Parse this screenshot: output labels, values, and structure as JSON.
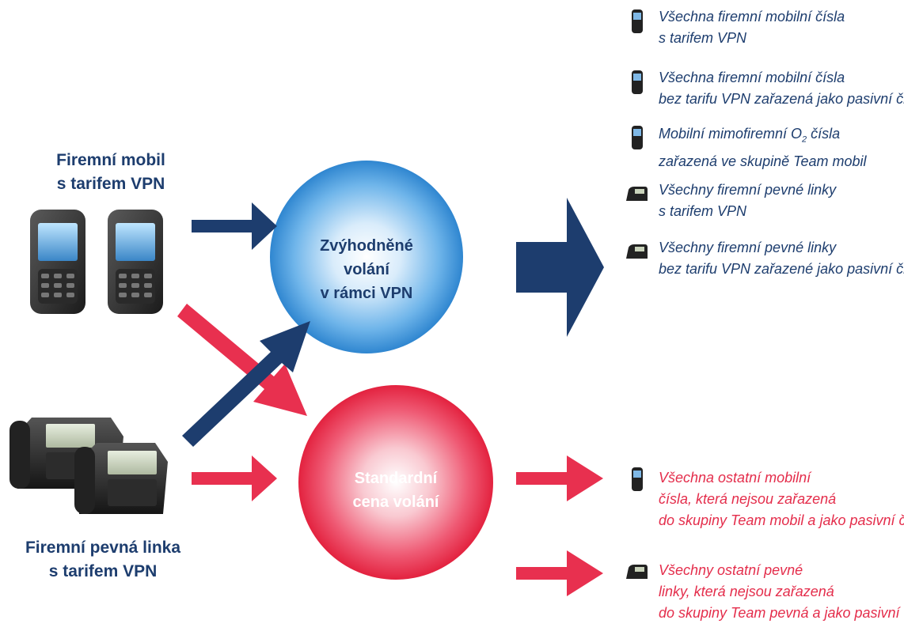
{
  "sources": {
    "mobile": {
      "line1": "Firemní mobil",
      "line2": "s tarifem VPN"
    },
    "fixed": {
      "line1": "Firemní pevná linka",
      "line2": "s tarifem VPN"
    }
  },
  "circles": {
    "vpn": {
      "line1": "Zvýhodněné volání",
      "line2": "v rámci VPN",
      "color": "#3a8fd6"
    },
    "standard": {
      "line1": "Standardní",
      "line2": "cena volání",
      "color": "#e8304f"
    }
  },
  "colors": {
    "blue_arrow": "#1d3d6e",
    "red_arrow": "#e8304f",
    "blue_text": "#1d3d6e",
    "red_text": "#e42d4b"
  },
  "vpn_items": [
    {
      "icon": "mobile-phone-icon",
      "line1": "Všechna firemní mobilní čísla",
      "line2": "s tarifem VPN"
    },
    {
      "icon": "mobile-phone-icon",
      "line1": "Všechna firemní mobilní čísla",
      "line2": "bez tarifu VPN zařazená jako pasivní člen"
    },
    {
      "icon": "mobile-phone-icon",
      "line1_pre": "Mobilní mimofiremní O",
      "line1_sub": "2",
      "line1_post": " čísla",
      "line2": "zařazená ve skupině Team mobil"
    },
    {
      "icon": "desk-phone-icon",
      "line1": "Všechny firemní pevné linky",
      "line2": "s tarifem VPN"
    },
    {
      "icon": "desk-phone-icon",
      "line1": "Všechny firemní pevné linky",
      "line2": "bez tarifu VPN zařazené jako pasivní člen"
    }
  ],
  "standard_items": [
    {
      "icon": "mobile-phone-icon",
      "line1": "Všechna ostatní mobilní",
      "line2": "čísla, která nejsou zařazená",
      "line3": "do skupiny Team mobil a jako pasivní člen"
    },
    {
      "icon": "desk-phone-icon",
      "line1": "Všechny ostatní pevné",
      "line2": "linky, která nejsou zařazená",
      "line3": "do skupiny Team pevná a jako pasivní člen"
    }
  ]
}
